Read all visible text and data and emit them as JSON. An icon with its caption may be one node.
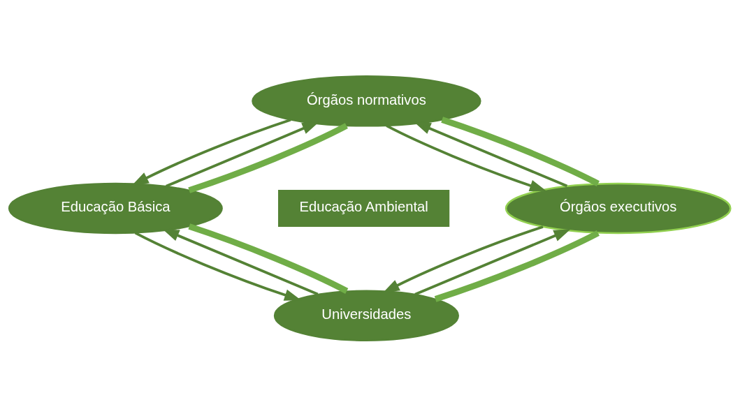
{
  "diagram": {
    "nodes": [
      {
        "text": [
          "Órgãos normativos"
        ]
      },
      {
        "text": [
          "Educação Básica"
        ]
      },
      {
        "text": [
          "Educação Ambiental"
        ]
      },
      {
        "text": [
          "Órgãos executivos"
        ]
      },
      {
        "text": [
          "Universidades"
        ]
      }
    ],
    "edges": [
      {
        "from": 1,
        "to": 0,
        "arrow": "to"
      },
      {
        "from": 0,
        "to": 1,
        "arrow": "to"
      },
      {
        "from": 0,
        "to": 3,
        "arrow": "to"
      },
      {
        "from": 3,
        "to": 0,
        "arrow": "to"
      },
      {
        "from": 0,
        "to": 3,
        "arrow": "none",
        "color": "#70ad47",
        "style": "thick"
      },
      {
        "from": 1,
        "to": 0,
        "arrow": "none",
        "color": "#70ad47",
        "style": "thick"
      },
      {
        "from": 4,
        "to": 3,
        "arrow": "to"
      },
      {
        "from": 3,
        "to": 4,
        "arrow": "to"
      },
      {
        "from": 3,
        "to": 4,
        "arrow": "none",
        "color": "#70ad47",
        "style": "thick"
      },
      {
        "from": 1,
        "to": 4,
        "arrow": "to"
      },
      {
        "from": 4,
        "to": 1,
        "arrow": "to"
      },
      {
        "from": 4,
        "to": 1,
        "arrow": "none",
        "color": "#70ad47",
        "style": "thick"
      }
    ]
  }
}
